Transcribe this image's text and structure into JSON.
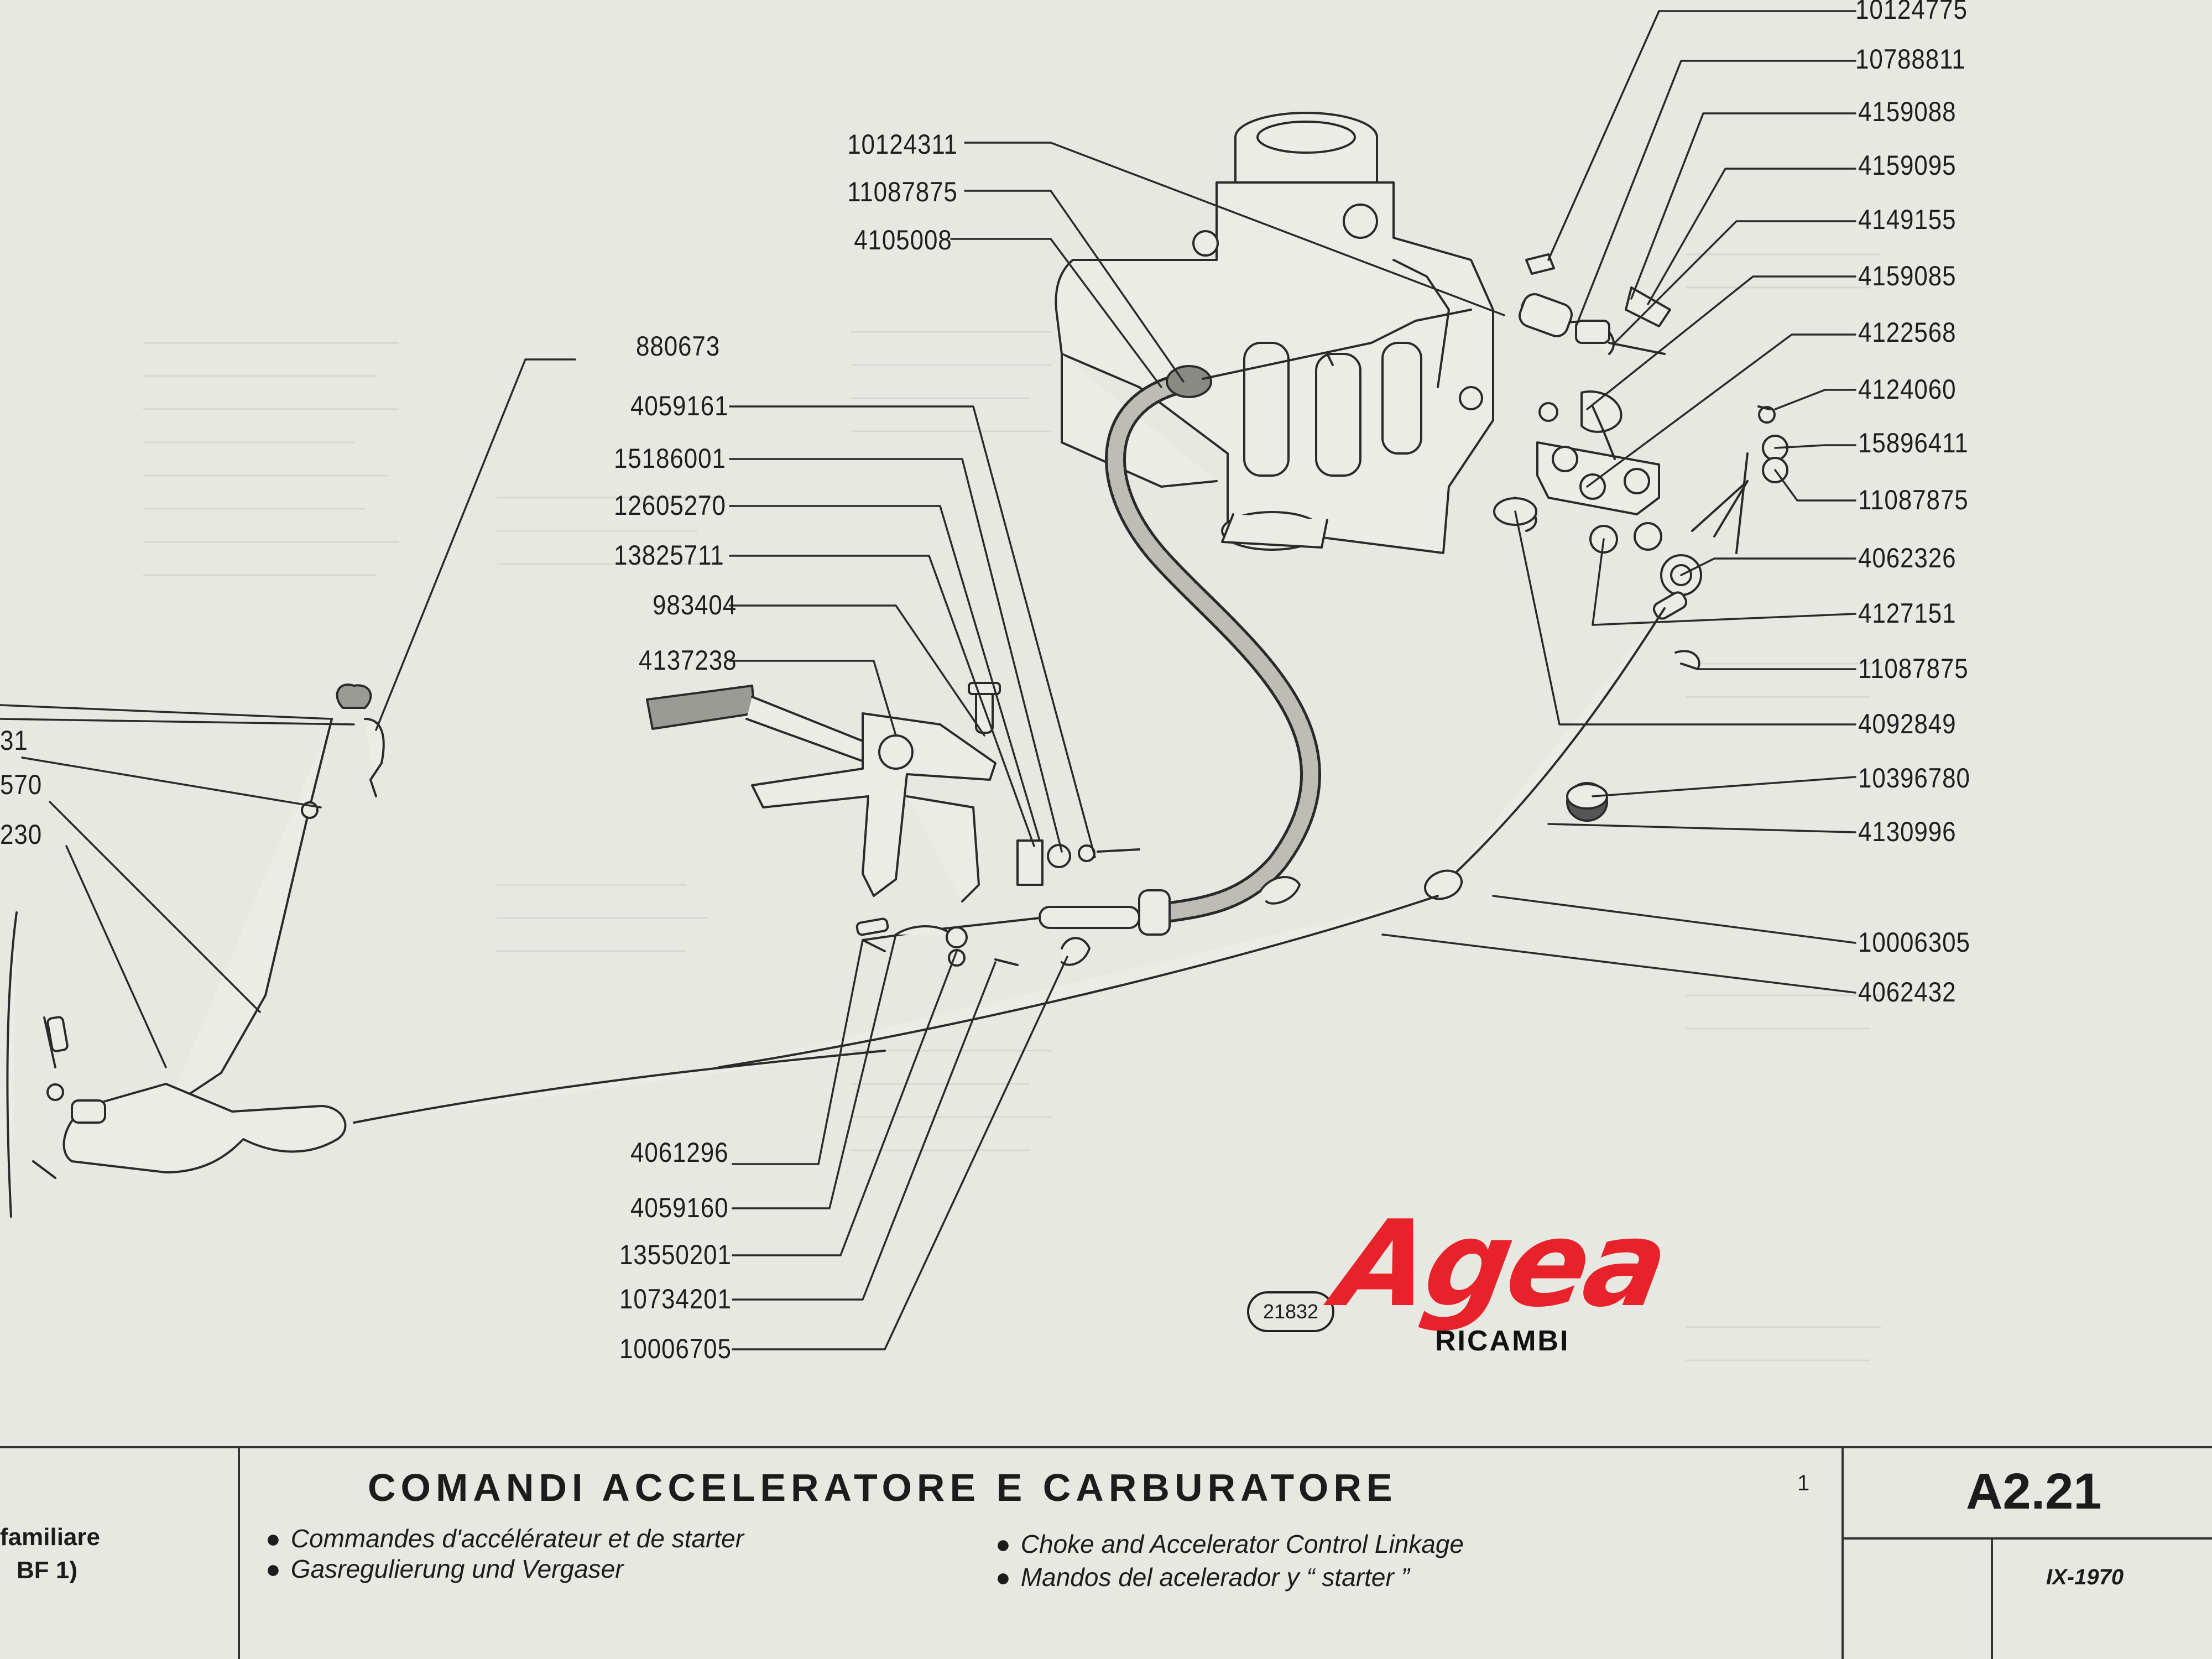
{
  "title": "COMANDI ACCELERATORE E CARBURATORE",
  "subtitles": [
    "Commandes d'accélérateur et de starter",
    "Gasregulierung und Vergaser",
    "Choke and Accelerator Control Linkage",
    "Mandos del acelerador y “ starter ”"
  ],
  "vehicle_line1": "familiare",
  "vehicle_line2": "BF 1)",
  "sheet_code": "A2.21",
  "page_number": "1",
  "sheet_date": "IX-1970",
  "figure_number": "21832",
  "logo": {
    "name": "Agea",
    "sub": "RICAMBI",
    "color": "#e8222b"
  },
  "part_numbers": {
    "top_center": [
      "10124311",
      "11087875",
      "4105008"
    ],
    "left_column": [
      "880673",
      "4059161",
      "15186001",
      "12605270",
      "13825711",
      "983404",
      "4137238"
    ],
    "bottom_left": [
      "4061296",
      "4059160",
      "13550201",
      "10734201",
      "10006705"
    ],
    "right_column": [
      "10124775",
      "10788811",
      "4159088",
      "4159095",
      "4149155",
      "4159085",
      "4122568",
      "4124060",
      "15896411",
      "11087875",
      "4062326",
      "4127151",
      "11087875",
      "4092849",
      "10396780",
      "4130996",
      "10006305",
      "4062432"
    ],
    "left_edge": [
      "31",
      "570",
      "230"
    ]
  }
}
